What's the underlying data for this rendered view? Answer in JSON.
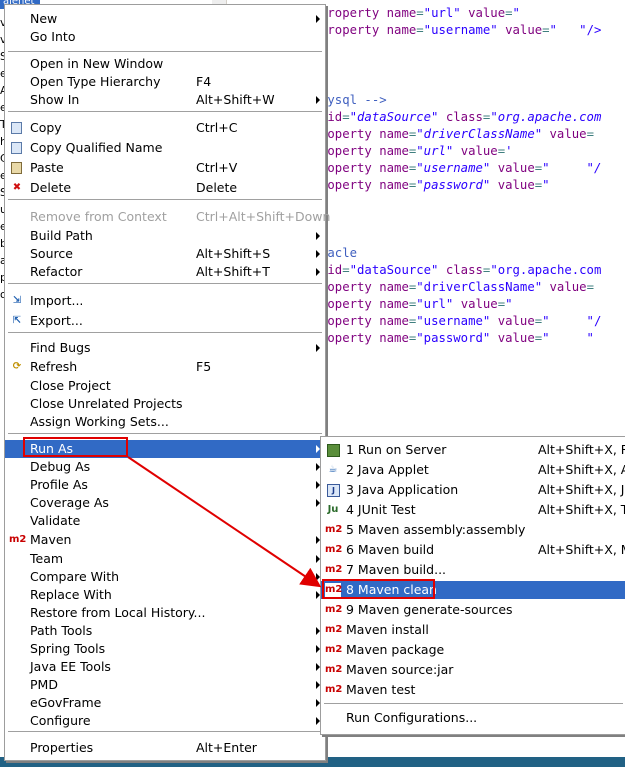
{
  "editor": {
    "tree_top_label": "alenet",
    "left_strip_chars": [
      "v",
      "v",
      "S",
      "el",
      "A",
      "e",
      "T",
      "h",
      "C",
      "e",
      "S",
      "u",
      "e",
      "b",
      "a",
      "p",
      "o"
    ],
    "lines": [
      {
        "parts": [
          [
            "attr",
            "property "
          ],
          [
            "attr",
            "name"
          ],
          [
            "tag",
            "="
          ],
          [
            "valn",
            "\"url\" "
          ],
          [
            "attr",
            "value"
          ],
          [
            "tag",
            "="
          ],
          [
            "valn",
            "\""
          ]
        ]
      },
      {
        "parts": [
          [
            "attr",
            "property "
          ],
          [
            "attr",
            "name"
          ],
          [
            "tag",
            "="
          ],
          [
            "valn",
            "\"username\" "
          ],
          [
            "attr",
            "value"
          ],
          [
            "tag",
            "="
          ],
          [
            "valn",
            "\"   \"/>"
          ]
        ]
      },
      {
        "parts": [
          [
            "tag",
            ">"
          ]
        ]
      },
      {
        "parts": [
          [
            "cmt",
            "mysql -->"
          ]
        ]
      },
      {
        "parts": [
          [
            "attr",
            " id"
          ],
          [
            "tag",
            "="
          ],
          [
            "val",
            "\"dataSource\" "
          ],
          [
            "attr",
            "class"
          ],
          [
            "tag",
            "="
          ],
          [
            "val",
            "\"org.apache.com"
          ]
        ]
      },
      {
        "parts": [
          [
            "attr",
            "roperty "
          ],
          [
            "attr",
            "name"
          ],
          [
            "tag",
            "="
          ],
          [
            "val",
            "\"driverClassName\" "
          ],
          [
            "attr",
            "value"
          ],
          [
            "tag",
            "="
          ]
        ]
      },
      {
        "parts": [
          [
            "attr",
            "roperty "
          ],
          [
            "attr",
            "name"
          ],
          [
            "tag",
            "="
          ],
          [
            "val",
            "\"url\" "
          ],
          [
            "attr",
            "value"
          ],
          [
            "tag",
            "="
          ],
          [
            "val",
            "'"
          ]
        ]
      },
      {
        "parts": [
          [
            "attr",
            "roperty "
          ],
          [
            "attr",
            "name"
          ],
          [
            "tag",
            "="
          ],
          [
            "val",
            "\"username\" "
          ],
          [
            "attr",
            "value"
          ],
          [
            "tag",
            "="
          ],
          [
            "val",
            "\"     \"/"
          ]
        ]
      },
      {
        "parts": [
          [
            "attr",
            "roperty "
          ],
          [
            "attr",
            "name"
          ],
          [
            "tag",
            "="
          ],
          [
            "val",
            "\"password\" "
          ],
          [
            "attr",
            "value"
          ],
          [
            "tag",
            "="
          ],
          [
            "val",
            "\""
          ]
        ]
      },
      {
        "parts": [
          [
            "tag",
            ">"
          ]
        ]
      },
      {
        "parts": [
          [
            "cmt",
            "racle"
          ]
        ]
      },
      {
        "parts": [
          [
            "attr",
            " id"
          ],
          [
            "tag",
            "="
          ],
          [
            "valn",
            "\"dataSource\" "
          ],
          [
            "attr",
            "class"
          ],
          [
            "tag",
            "="
          ],
          [
            "valn",
            "\"org.apache.com"
          ]
        ]
      },
      {
        "parts": [
          [
            "attr",
            "roperty "
          ],
          [
            "attr",
            "name"
          ],
          [
            "tag",
            "="
          ],
          [
            "valn",
            "\"driverClassName\" "
          ],
          [
            "attr",
            "value"
          ],
          [
            "tag",
            "="
          ]
        ]
      },
      {
        "parts": [
          [
            "attr",
            "roperty "
          ],
          [
            "attr",
            "name"
          ],
          [
            "tag",
            "="
          ],
          [
            "valn",
            "\"url\" "
          ],
          [
            "attr",
            "value"
          ],
          [
            "tag",
            "="
          ],
          [
            "valn",
            "\""
          ]
        ]
      },
      {
        "parts": [
          [
            "attr",
            "roperty "
          ],
          [
            "attr",
            "name"
          ],
          [
            "tag",
            "="
          ],
          [
            "valn",
            "\"username\" "
          ],
          [
            "attr",
            "value"
          ],
          [
            "tag",
            "="
          ],
          [
            "valn",
            "\"     \"/"
          ]
        ]
      },
      {
        "parts": [
          [
            "attr",
            "roperty "
          ],
          [
            "attr",
            "name"
          ],
          [
            "tag",
            "="
          ],
          [
            "valn",
            "\"password\" "
          ],
          [
            "attr",
            "value"
          ],
          [
            "tag",
            "="
          ],
          [
            "valn",
            "\"     \""
          ]
        ]
      },
      {
        "parts": [
          [
            "tag",
            ">"
          ]
        ]
      }
    ]
  },
  "main_menu": {
    "items": [
      {
        "label": "New",
        "arrow": true
      },
      {
        "label": "Go Into"
      },
      {
        "sep": true
      },
      {
        "label": "Open in New Window"
      },
      {
        "label": "Open Type Hierarchy",
        "shortcut": "F4"
      },
      {
        "label": "Show In",
        "shortcut": "Alt+Shift+W",
        "arrow": true
      },
      {
        "sep": true
      },
      {
        "label": "Copy",
        "shortcut": "Ctrl+C",
        "icon": "copy-icon"
      },
      {
        "label": "Copy Qualified Name",
        "icon": "copy-icon"
      },
      {
        "label": "Paste",
        "shortcut": "Ctrl+V",
        "icon": "paste-icon"
      },
      {
        "label": "Delete",
        "shortcut": "Delete",
        "icon": "delete-icon"
      },
      {
        "sep": true
      },
      {
        "label": "Remove from Context",
        "shortcut": "Ctrl+Alt+Shift+Down",
        "disabled": true
      },
      {
        "label": "Build Path",
        "arrow": true
      },
      {
        "label": "Source",
        "shortcut": "Alt+Shift+S",
        "arrow": true
      },
      {
        "label": "Refactor",
        "shortcut": "Alt+Shift+T",
        "arrow": true
      },
      {
        "sep": true
      },
      {
        "label": "Import...",
        "icon": "import-icon"
      },
      {
        "label": "Export...",
        "icon": "export-icon"
      },
      {
        "sep": true
      },
      {
        "label": "Find Bugs",
        "arrow": true
      },
      {
        "label": "Refresh",
        "shortcut": "F5",
        "icon": "refresh-icon"
      },
      {
        "label": "Close Project"
      },
      {
        "label": "Close Unrelated Projects"
      },
      {
        "label": "Assign Working Sets..."
      },
      {
        "sep": true
      },
      {
        "label": "Run As",
        "arrow": true,
        "selected": true
      },
      {
        "label": "Debug As",
        "arrow": true
      },
      {
        "label": "Profile As",
        "arrow": true
      },
      {
        "label": "Coverage As",
        "arrow": true
      },
      {
        "label": "Validate"
      },
      {
        "label": "Maven",
        "arrow": true,
        "icon": "maven-icon"
      },
      {
        "label": "Team",
        "arrow": true
      },
      {
        "label": "Compare With",
        "arrow": true
      },
      {
        "label": "Replace With",
        "arrow": true
      },
      {
        "label": "Restore from Local History..."
      },
      {
        "label": "Path Tools",
        "arrow": true
      },
      {
        "label": "Spring Tools",
        "arrow": true
      },
      {
        "label": "Java EE Tools",
        "arrow": true
      },
      {
        "label": "PMD",
        "arrow": true
      },
      {
        "label": "eGovFrame",
        "arrow": true
      },
      {
        "label": "Configure",
        "arrow": true
      },
      {
        "sep": true
      },
      {
        "label": "Properties",
        "shortcut": "Alt+Enter"
      }
    ]
  },
  "sub_menu": {
    "items": [
      {
        "label": "1 Run on Server",
        "shortcut": "Alt+Shift+X, R",
        "icon": "server-icon"
      },
      {
        "label": "2 Java Applet",
        "shortcut": "Alt+Shift+X, A",
        "icon": "applet-icon"
      },
      {
        "label": "3 Java Application",
        "shortcut": "Alt+Shift+X, J",
        "icon": "java-app-icon"
      },
      {
        "label": "4 JUnit Test",
        "shortcut": "Alt+Shift+X, T",
        "icon": "junit-icon"
      },
      {
        "label": "5 Maven assembly:assembly",
        "icon": "maven-icon"
      },
      {
        "label": "6 Maven build",
        "shortcut": "Alt+Shift+X, M",
        "icon": "maven-icon"
      },
      {
        "label": "7 Maven build...",
        "icon": "maven-icon"
      },
      {
        "label": "8 Maven clean",
        "icon": "maven-icon",
        "selected": true
      },
      {
        "label": "9 Maven generate-sources",
        "icon": "maven-icon"
      },
      {
        "label": "Maven install",
        "icon": "maven-icon"
      },
      {
        "label": "Maven package",
        "icon": "maven-icon"
      },
      {
        "label": "Maven source:jar",
        "icon": "maven-icon"
      },
      {
        "label": "Maven test",
        "icon": "maven-icon"
      },
      {
        "sep": true
      },
      {
        "label": "Run Configurations..."
      }
    ]
  },
  "icon_text": {
    "maven": "m2",
    "junit": "Ju",
    "delete": "✖",
    "import": "⇲",
    "export": "⇱",
    "refresh": "⟳",
    "applet": "☕",
    "java_app": "J"
  },
  "colors": {
    "selection": "#316ac5",
    "annotation_red": "#e00000",
    "maven_red": "#c80000"
  }
}
